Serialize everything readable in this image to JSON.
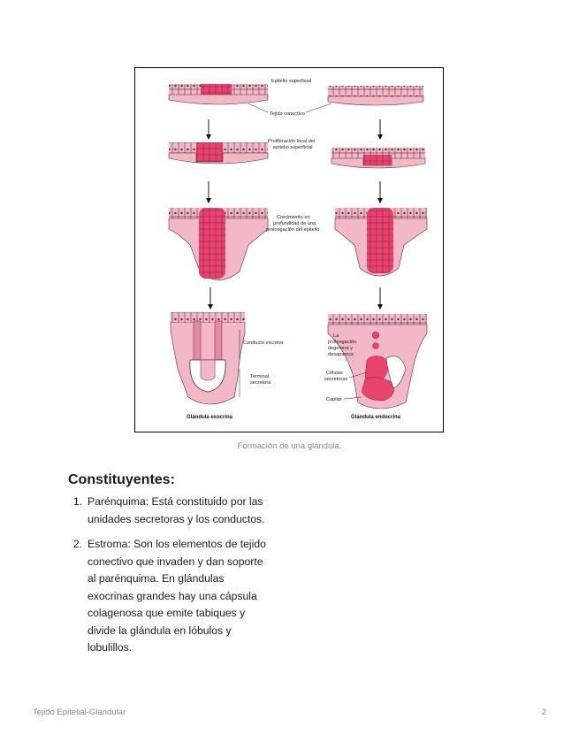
{
  "figure": {
    "labels": {
      "epitelio_superficial": "Epitelio superficial",
      "tejido_conectivo": "Tejido conectivo",
      "proliferacion_1": "Proliferación local del",
      "proliferacion_2": "epitelio superficial",
      "crecimiento_1": "Crecimiento en",
      "crecimiento_2": "profundidad de una",
      "crecimiento_3": "prolongación del epitelio",
      "conducto_excretor": "Conducto excretor",
      "terminal_1": "Terminal",
      "terminal_2": "secretora",
      "prolongacion_1": "La",
      "prolongacion_2": "prolongación",
      "prolongacion_3": "degenera y",
      "prolongacion_4": "desaparece",
      "celulas_1": "Células",
      "celulas_2": "secretoras",
      "capilar": "Capilar",
      "glandula_exocrina": "Glándula exocrina",
      "glandula_endocrina": "Glándula endocrina"
    },
    "colors": {
      "tissue": "#f2b8c6",
      "tissue_dark": "#e58aa3",
      "cells": "#e8436f",
      "outline": "#5a2b36"
    }
  },
  "caption": "Formación de una glándula.",
  "section": {
    "title": "Constituyentes:",
    "items": [
      {
        "num": "1.",
        "lines": [
          "Parénquima: Está constituido por las",
          "unidades secretoras y los conductos."
        ]
      },
      {
        "num": "2.",
        "lines": [
          "Estroma: Son los elementos de tejido",
          "conectivo que invaden y dan soporte",
          "al parénquima. En glándulas",
          "exocrinas grandes hay una cápsula",
          "colagenosa que emite tabiques y",
          "divide la glándula en lóbulos y",
          "lobulillos."
        ]
      }
    ]
  },
  "footer": {
    "left": "Tejido Epitelial-Glandular",
    "right": "2"
  }
}
